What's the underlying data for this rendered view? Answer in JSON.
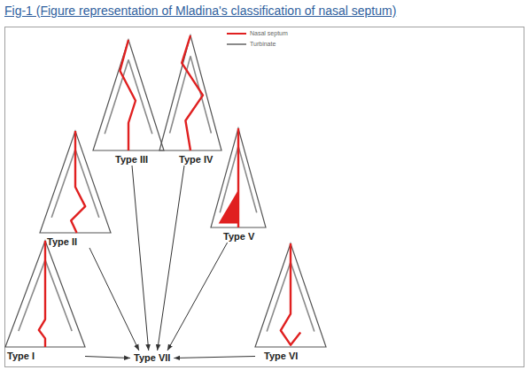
{
  "diagram": {
    "title": "Fig-1 (Figure representation of Mladina's classification of nasal septum)",
    "nodes": [
      {
        "text": [
          "Type I"
        ]
      },
      {
        "text": [
          "Type II"
        ]
      },
      {
        "text": [
          "Type III"
        ]
      },
      {
        "text": [
          "Type IV"
        ]
      },
      {
        "text": [
          "Type V"
        ]
      },
      {
        "text": [
          "Type VI"
        ]
      },
      {
        "text": [
          "Type VII"
        ]
      }
    ],
    "edges": [
      {
        "from": 0,
        "to": 6,
        "arrow": "to"
      },
      {
        "from": 1,
        "to": 6,
        "arrow": "to"
      },
      {
        "from": 2,
        "to": 6,
        "arrow": "to"
      },
      {
        "from": 3,
        "to": 6,
        "arrow": "to"
      },
      {
        "from": 4,
        "to": 6,
        "arrow": "to"
      },
      {
        "from": 5,
        "to": 6,
        "arrow": "to"
      }
    ],
    "legend": [
      {
        "text": "Nasal septum"
      },
      {
        "text": "Turbinate"
      }
    ]
  }
}
